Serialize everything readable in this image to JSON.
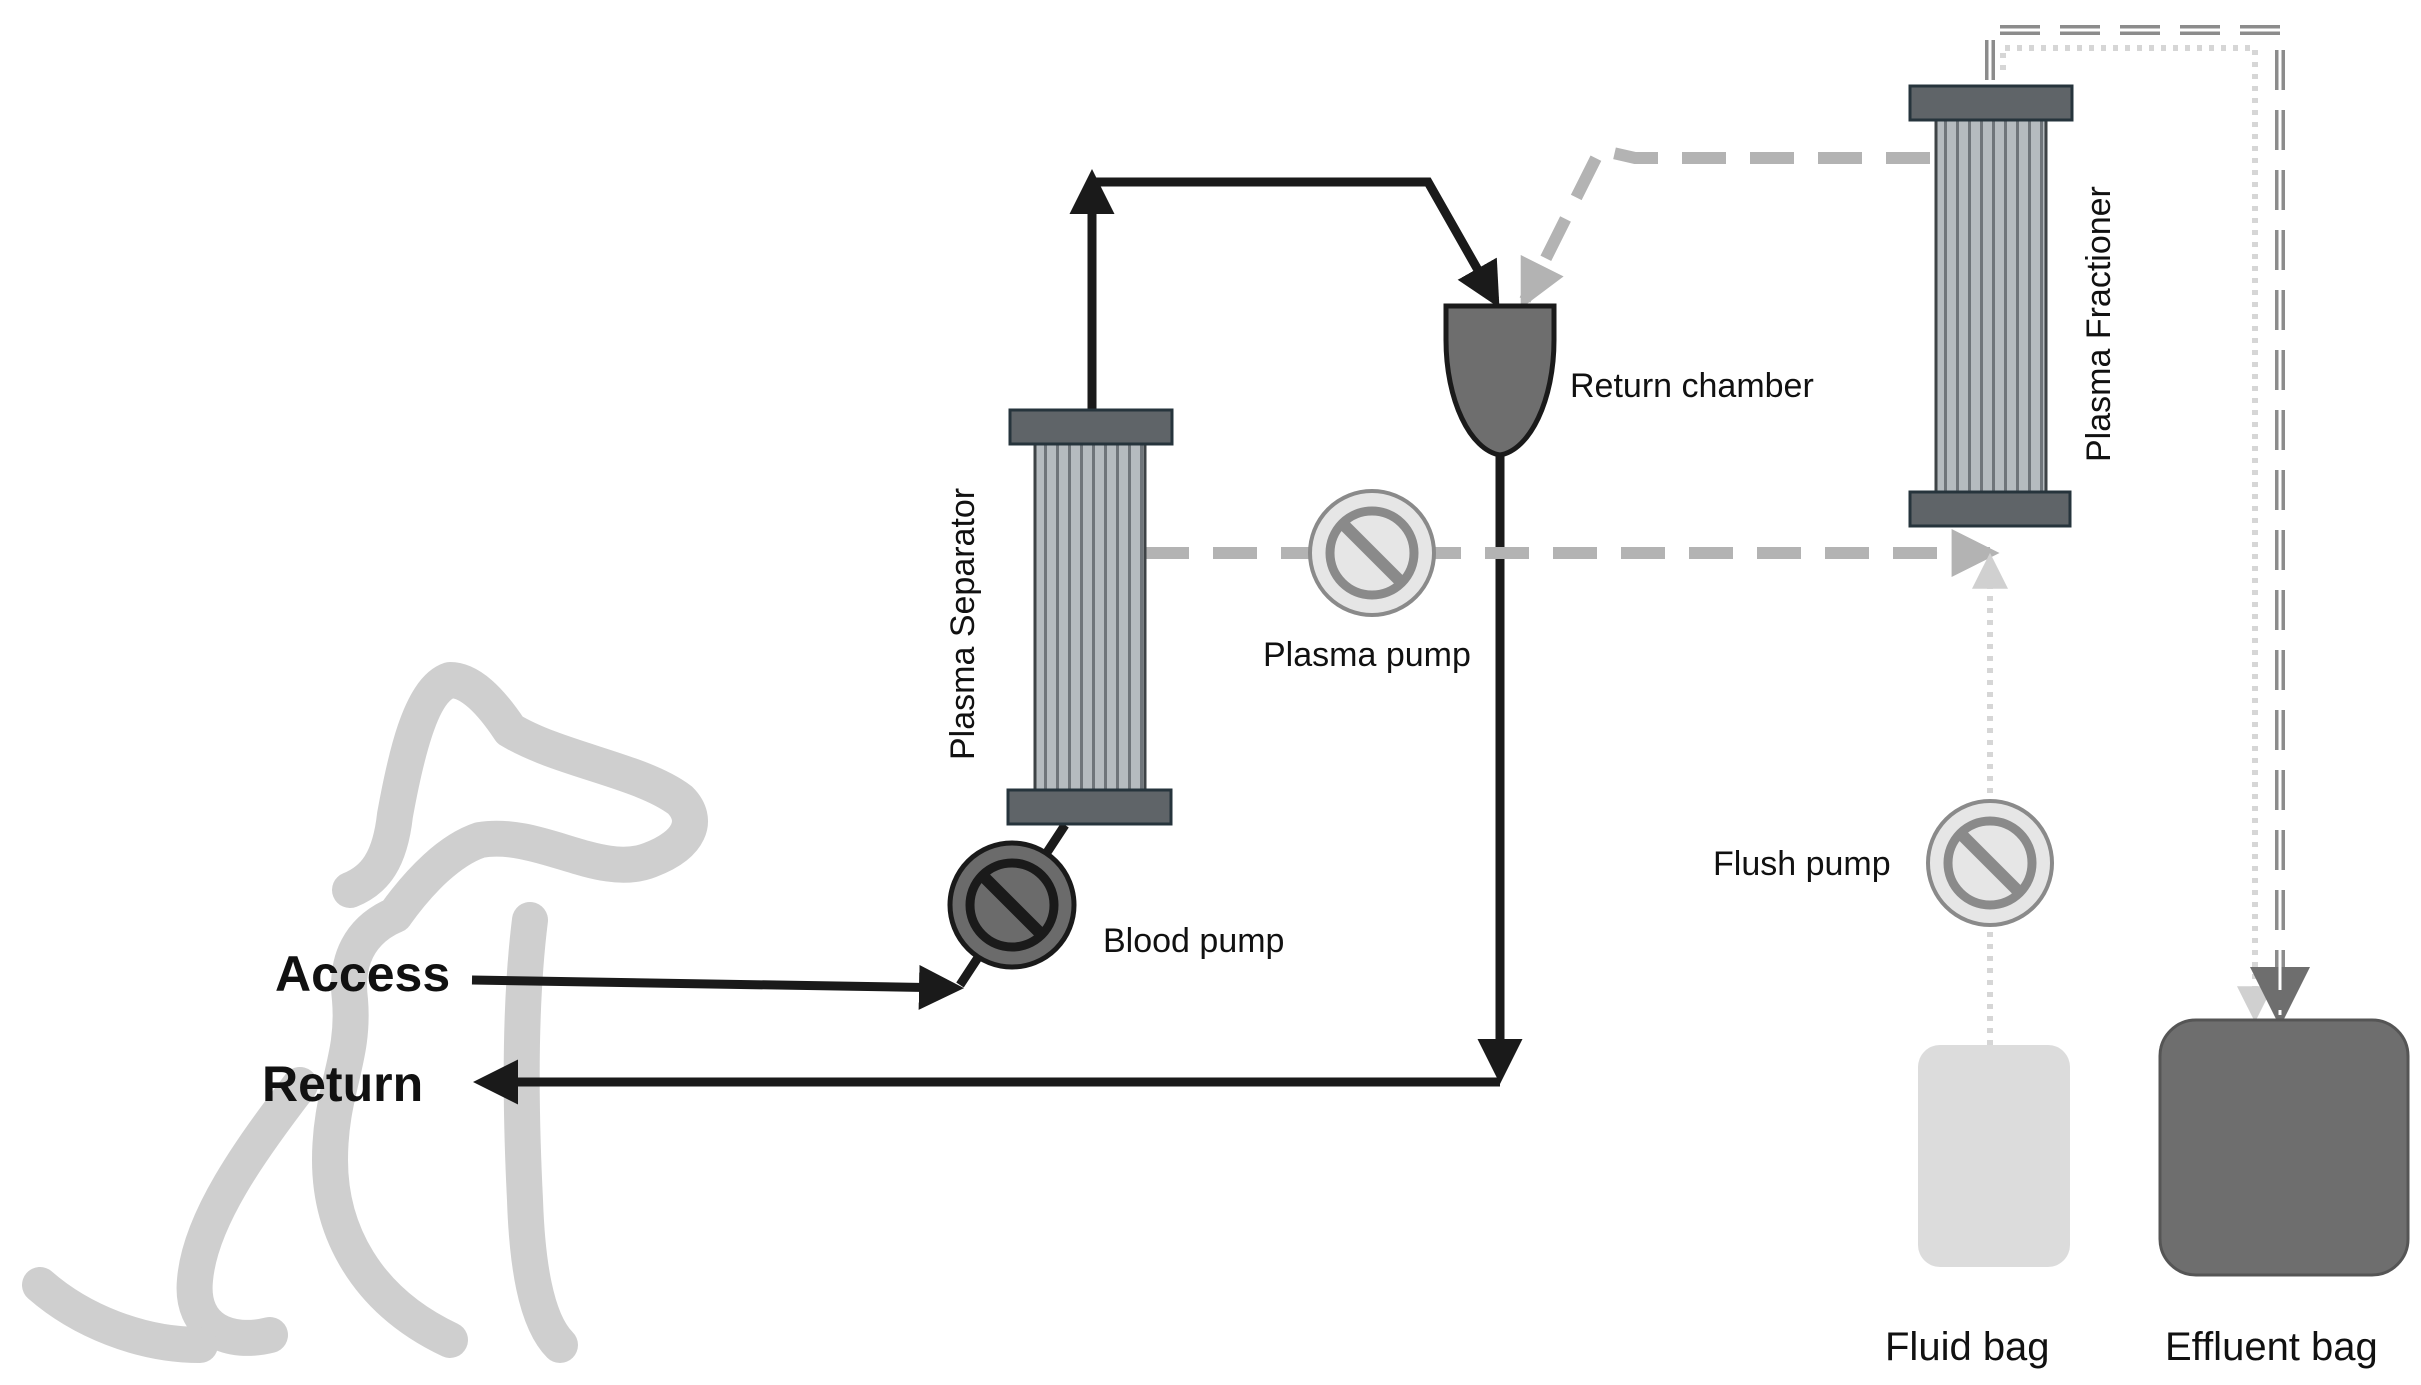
{
  "labels": {
    "access": "Access",
    "return": "Return",
    "plasma_separator": "Plasma Separator",
    "blood_pump": "Blood pump",
    "plasma_pump": "Plasma pump",
    "return_chamber": "Return chamber",
    "plasma_fractioner": "Plasma Fractioner",
    "flush_pump": "Flush pump",
    "fluid_bag": "Fluid bag",
    "effluent_bag": "Effluent bag"
  },
  "colors": {
    "blood_line": "#1a1a1a",
    "plasma_line": "#b3b3b3",
    "flush_line": "#d9d9d9",
    "effluent_line": "#8c8c8c",
    "dog_silhouette": "#cfcfcf",
    "filter_cap": "#5f6468",
    "filter_body": "#a8aeb2",
    "pump_dark": "#6b6b6b",
    "pump_light": "#e6e6e6",
    "fluid_bag": "#dcdcdc",
    "effluent_bag": "#6e6e6e",
    "return_chamber": "#6e6e6e"
  },
  "icons": {
    "patient": "dog-silhouette-icon",
    "pump": "roller-pump-icon",
    "filter": "hollow-fiber-filter-icon",
    "chamber": "drip-chamber-icon",
    "bag": "fluid-bag-icon"
  }
}
